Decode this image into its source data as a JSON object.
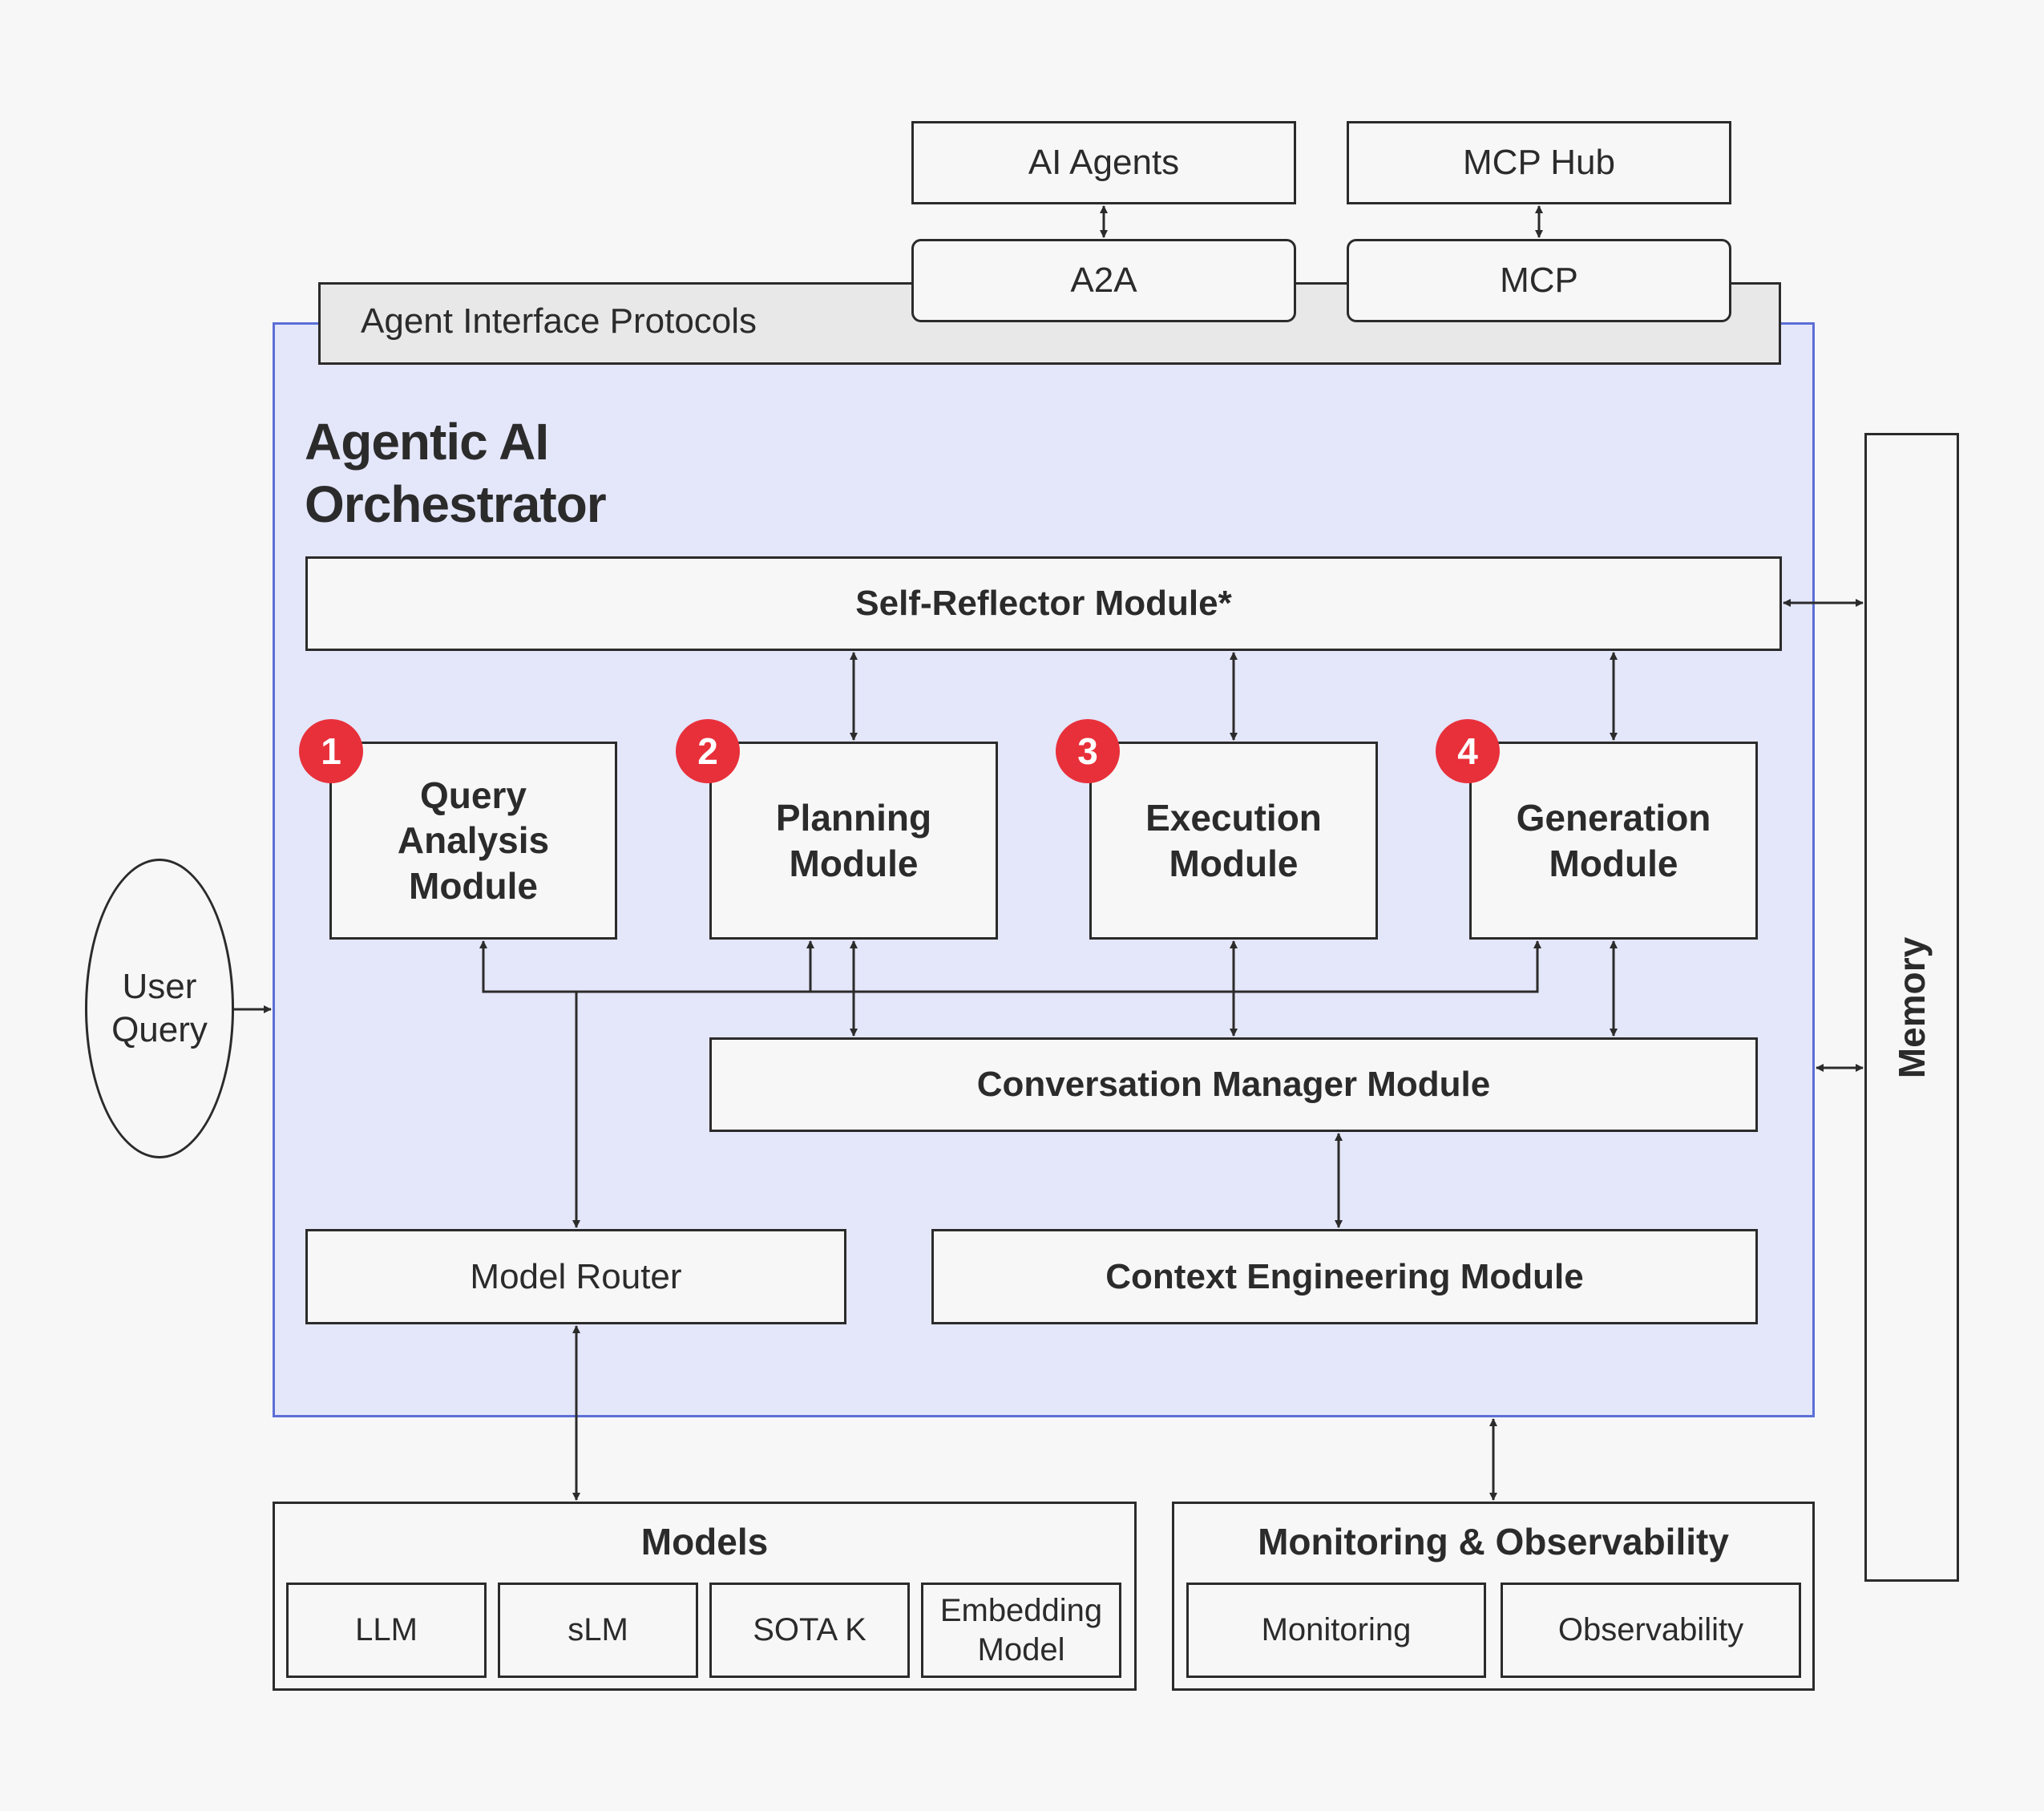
{
  "top": {
    "ai_agents": "AI Agents",
    "mcp_hub": "MCP Hub",
    "a2a": "A2A",
    "mcp": "MCP",
    "agent_interface_protocols": "Agent Interface Protocols"
  },
  "orchestrator": {
    "title_line1": "Agentic AI",
    "title_line2": "Orchestrator",
    "self_reflector": "Self-Reflector Module*",
    "modules": [
      {
        "number": "1",
        "line1": "Query",
        "line2": "Analysis",
        "line3": "Module"
      },
      {
        "number": "2",
        "line1": "Planning",
        "line2": "Module"
      },
      {
        "number": "3",
        "line1": "Execution",
        "line2": "Module"
      },
      {
        "number": "4",
        "line1": "Generation",
        "line2": "Module"
      }
    ],
    "conversation_manager": "Conversation Manager Module",
    "model_router": "Model Router",
    "context_engineering": "Context Engineering Module"
  },
  "user_query": {
    "line1": "User",
    "line2": "Query"
  },
  "memory": "Memory",
  "models": {
    "title": "Models",
    "items": [
      "LLM",
      "sLM",
      "SOTA K"
    ],
    "embedding_line1": "Embedding",
    "embedding_line2": "Model"
  },
  "monitoring": {
    "title": "Monitoring & Observability",
    "items": [
      "Monitoring",
      "Observability"
    ]
  },
  "colors": {
    "orchestrator_fill": "#e4e6fa",
    "orchestrator_border": "#5b6fd6",
    "protocol_bar": "#e8e8e8",
    "badge": "#e8303a",
    "line": "#2b2b2b"
  }
}
